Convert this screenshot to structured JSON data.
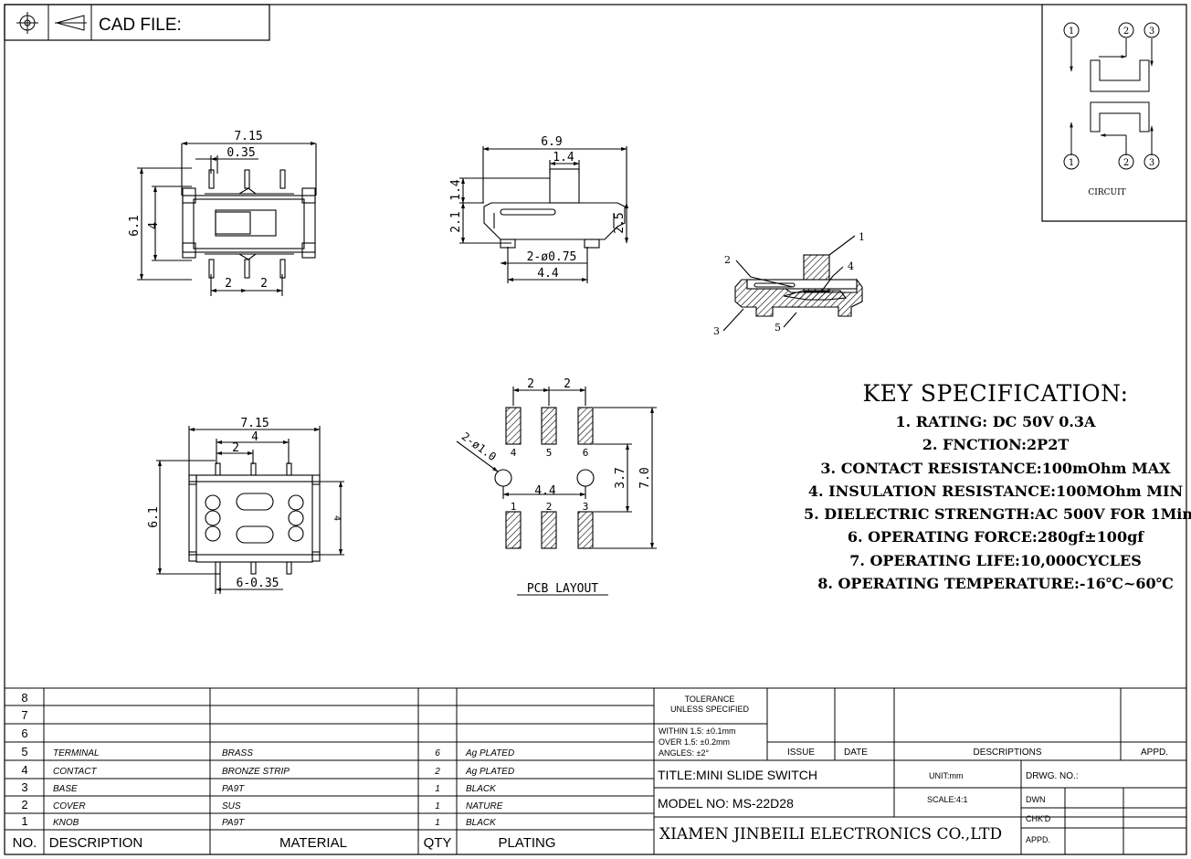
{
  "header": {
    "cad_label": "CAD FILE:"
  },
  "circuit": {
    "title": "CIRCUIT",
    "top_labels": [
      "1",
      "2",
      "3"
    ],
    "bottom_labels": [
      "1",
      "2",
      "3"
    ]
  },
  "views": {
    "top": {
      "dims": [
        "7.15",
        "0.35",
        "6.1",
        "4",
        "2",
        "2"
      ]
    },
    "side": {
      "dims": [
        "6.9",
        "1.4",
        "1.4",
        "2.1",
        "2.5",
        "2-ø0.75",
        "4.4"
      ]
    },
    "section": {
      "callouts": [
        "1",
        "2",
        "3",
        "4",
        "5"
      ]
    },
    "bottom": {
      "dims": [
        "7.15",
        "4",
        "2",
        "6.1",
        "4",
        "6-0.35"
      ]
    },
    "pcb": {
      "title": "PCB LAYOUT",
      "dims": [
        "2",
        "2",
        "2-ø1.0",
        "4.4",
        "3.7",
        "7.0"
      ],
      "pad_labels_top": [
        "4",
        "5",
        "6"
      ],
      "pad_labels_bottom": [
        "1",
        "2",
        "3"
      ]
    }
  },
  "key_spec": {
    "heading": "KEY SPECIFICATION:",
    "lines": [
      "1. RATING: DC 50V  0.3A",
      "2. FNCTION:2P2T",
      "3. CONTACT RESISTANCE:100mOhm MAX",
      "4. INSULATION RESISTANCE:100MOhm MIN",
      "5. DIELECTRIC STRENGTH:AC 500V FOR 1Min",
      "6. OPERATING FORCE:280gf±100gf",
      "7. OPERATING LIFE:10,000CYCLES",
      "8. OPERATING TEMPERATURE:-16℃~60℃"
    ]
  },
  "bom": {
    "headers": {
      "no": "NO.",
      "description": "DESCRIPTION",
      "material": "MATERIAL",
      "qty": "QTY",
      "plating": "PLATING"
    },
    "rows": [
      {
        "no": "8",
        "description": "",
        "material": "",
        "qty": "",
        "plating": ""
      },
      {
        "no": "7",
        "description": "",
        "material": "",
        "qty": "",
        "plating": ""
      },
      {
        "no": "6",
        "description": "",
        "material": "",
        "qty": "",
        "plating": ""
      },
      {
        "no": "5",
        "description": "TERMINAL",
        "material": "BRASS",
        "qty": "6",
        "plating": "Ag PLATED"
      },
      {
        "no": "4",
        "description": "CONTACT",
        "material": "BRONZE STRIP",
        "qty": "2",
        "plating": "Ag PLATED"
      },
      {
        "no": "3",
        "description": "BASE",
        "material": "PA9T",
        "qty": "1",
        "plating": "BLACK"
      },
      {
        "no": "2",
        "description": "COVER",
        "material": "SUS",
        "qty": "1",
        "plating": "NATURE"
      },
      {
        "no": "1",
        "description": "KNOB",
        "material": "PA9T",
        "qty": "1",
        "plating": "BLACK"
      }
    ]
  },
  "title_block": {
    "tolerance_line1": "TOLERANCE",
    "tolerance_line2": "UNLESS SPECIFIED",
    "within": "WITHIN 1.5: ±0.1mm",
    "over": "OVER 1.5:  ±0.2mm",
    "angles": "ANGLES: ±2°",
    "issue": "ISSUE",
    "date": "DATE",
    "descriptions": "DESCRIPTIONS",
    "appd": "APPD.",
    "title": "TITLE:MINI  SLIDE  SWITCH",
    "model": "MODEL  NO: MS-22D28",
    "company": "XIAMEN JINBEILI ELECTRONICS CO.,LTD",
    "unit": "UNIT:mm",
    "scale": "SCALE:4:1",
    "drwg_no": "DRWG. NO.:",
    "dwn": "DWN",
    "chkd": "CHK'D",
    "appd2": "APPD."
  }
}
